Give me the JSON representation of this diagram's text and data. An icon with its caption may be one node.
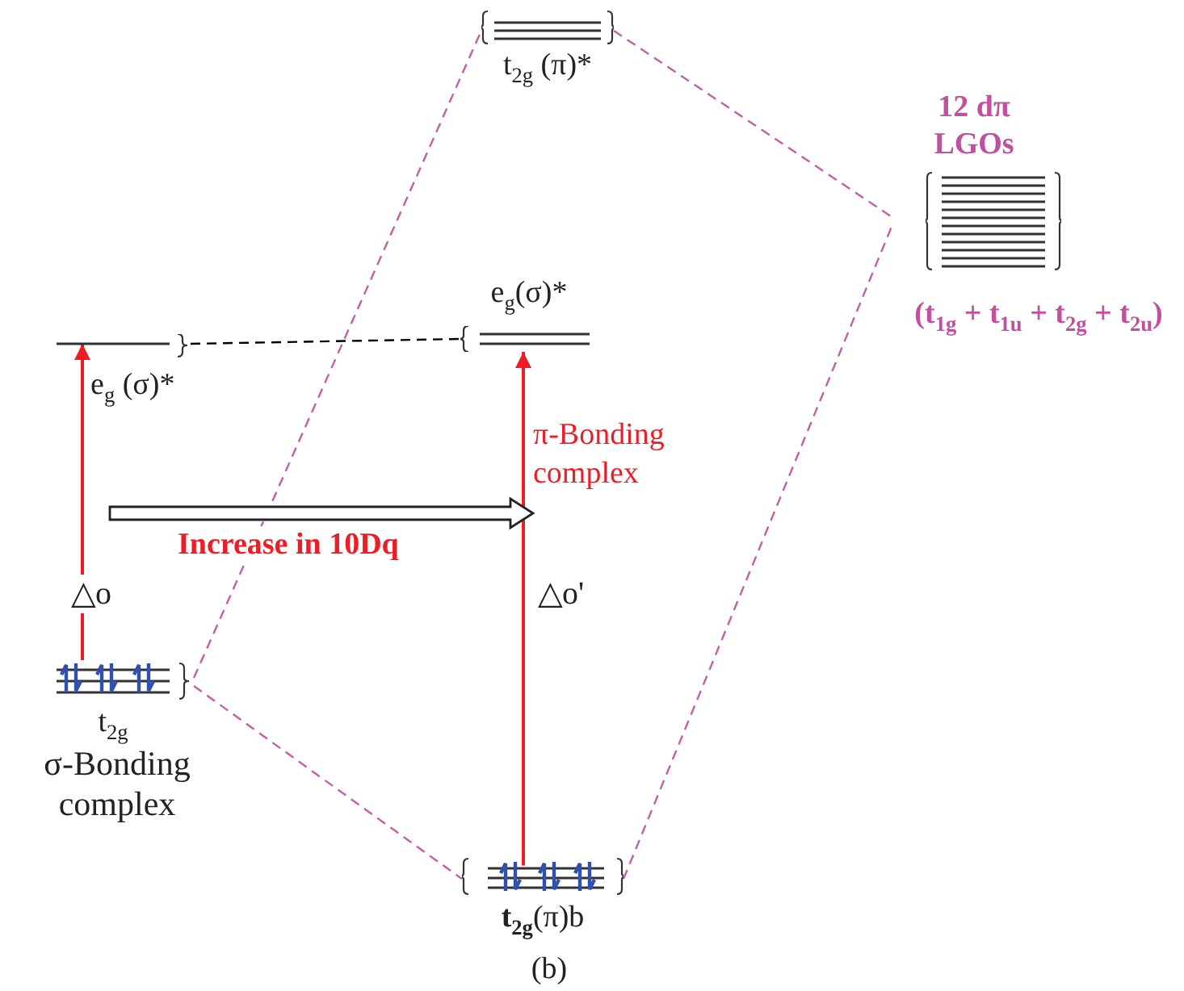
{
  "diagram": {
    "caption": "(b)",
    "nodes": [
      {
        "text": [
          "e$_{g}$ (σ)*"
        ]
      },
      {
        "text": [
          "t$_{2g}$",
          "σ-Bonding complex"
        ]
      },
      {
        "text": [
          "t$_{2g}$ (π)*"
        ]
      },
      {
        "text": [
          "e$_{g}$(σ)*"
        ]
      },
      {
        "text": [
          "**t**$_{2g}$(π)b"
        ]
      },
      {
        "text": [
          "12 dπ LGOs",
          "(t$_{1g}$ + t$_{1u}$ + t$_{2g}$ + t$_{2u}$)"
        ]
      }
    ],
    "edges": [
      {
        "from": 0,
        "to": 3,
        "arrow": "none",
        "style": "dashed",
        "color": "#000000"
      },
      {
        "from": 1,
        "to": 2,
        "arrow": "none",
        "style": "dashed"
      },
      {
        "from": 1,
        "to": 4,
        "arrow": "none",
        "style": "dashed"
      },
      {
        "from": 2,
        "to": 5,
        "arrow": "none",
        "style": "dashed"
      },
      {
        "from": 4,
        "to": 5,
        "arrow": "none",
        "style": "dashed"
      },
      {
        "from": 1,
        "to": 0,
        "arrow": "to",
        "label": "△o",
        "color": "#ee1c25"
      },
      {
        "from": 4,
        "to": 3,
        "arrow": "to",
        "label": "△o'",
        "color": "#ee1c25"
      }
    ],
    "labels": [
      "π-Bonding complex",
      "Increase in 10Dq"
    ]
  }
}
